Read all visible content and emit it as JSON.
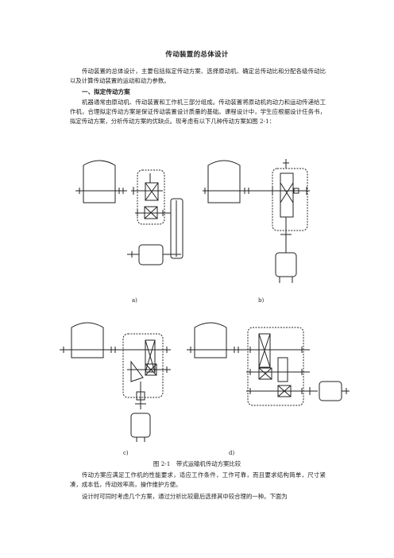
{
  "document": {
    "title": "传动装置的总体设计",
    "intro": "传动装置的总体设计，主要包括拟定传动方案、选择原动机、确定总传动比和分配各级传动比以及计算传动装置的运动和动力参数。",
    "section1_heading": "一、拟定传动方案",
    "section1_body": "机器通常由原动机、传动装置和工作机三部分组成。传动装置将原动机的动力和运动传递给工作机，合理拟定传动方案是保证传动装置设计质量的基础。课程设计中，学生应根据设计任务书，拟定传动方案，分析传动方案的优缺点。现考虑有以下几种传动方案如图 2-1：",
    "figure": {
      "label_a": "a)",
      "label_b": "b)",
      "label_c": "c)",
      "label_d": "d)",
      "caption": "图 2-1　带式运输机传动方案比较"
    },
    "para_requirements": "传动方案应满足工作机的性能要求，适应工作条件，工作可靠，而且要求结构简单，尺寸紧凑，成本低，传动效率高，操作维护方便。",
    "para_last": "设计时可同时考虑几个方案，通过分析比较最后选择其中较合理的一种。下面为"
  }
}
